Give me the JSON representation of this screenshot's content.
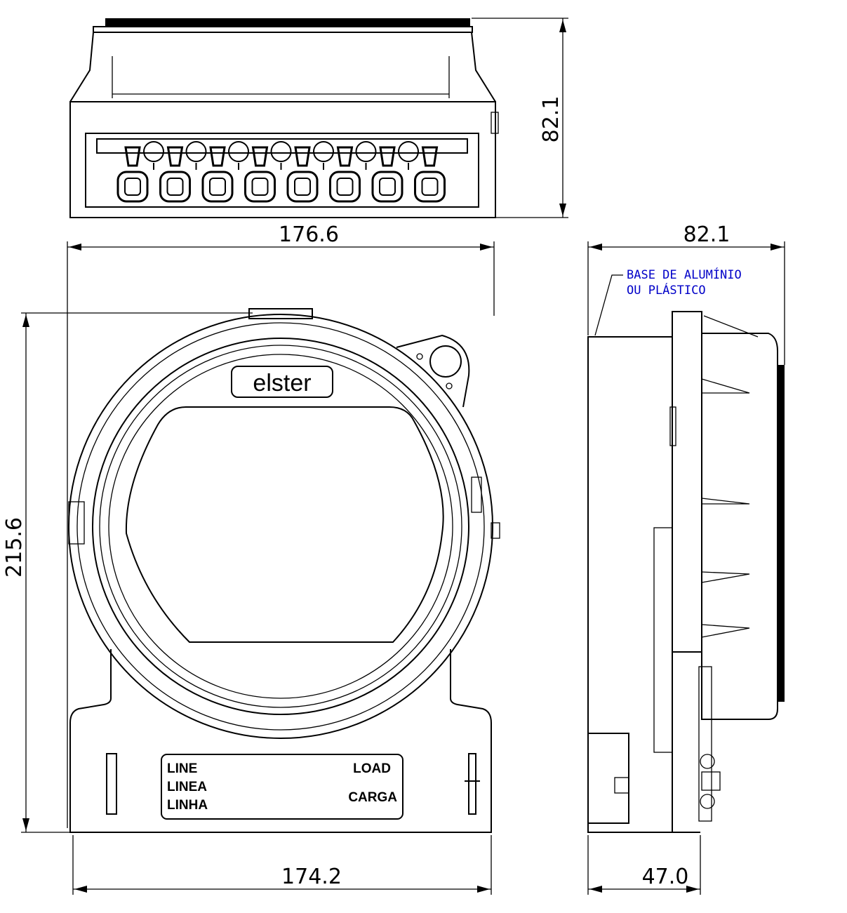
{
  "dimensions": {
    "top_depth": "82.1",
    "front_width": "176.6",
    "side_depth": "82.1",
    "front_height": "215.6",
    "base_width": "174.2",
    "base_depth": "47.0"
  },
  "note": {
    "line1": "BASE DE ALUMÍNIO",
    "line2": "OU PLÁSTICO"
  },
  "meter": {
    "brand": "elster",
    "line_labels": [
      "LINE",
      "LINEA",
      "LINHA"
    ],
    "load_labels": [
      "LOAD",
      "CARGA"
    ]
  },
  "colors": {
    "line": "#000000",
    "note": "#0000c8"
  }
}
